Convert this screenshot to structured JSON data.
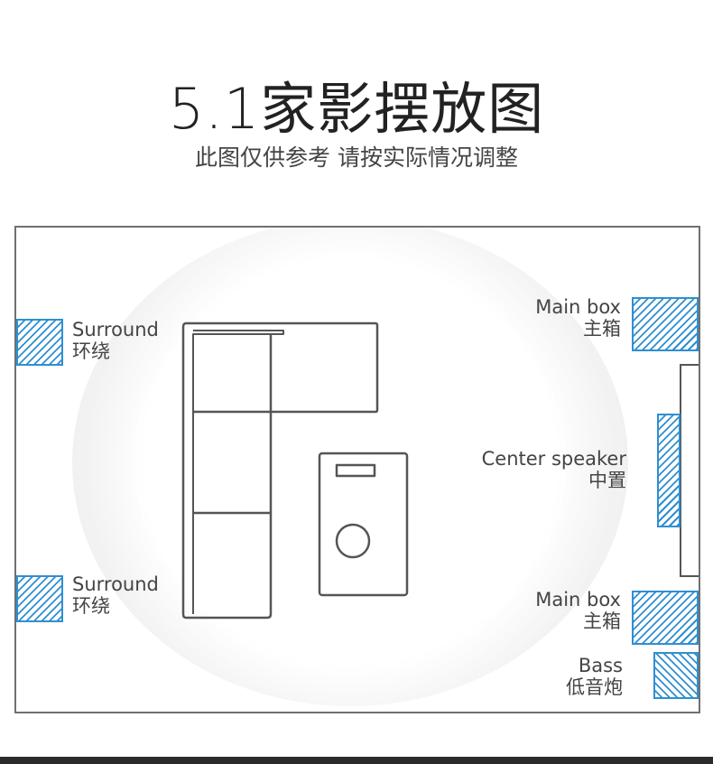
{
  "title": "5.1家影摆放图",
  "subtitle": "此图仅供参考  请按实际情况调整",
  "labels": {
    "surround_top": {
      "en": "Surround",
      "zh": "环绕"
    },
    "surround_bottom": {
      "en": "Surround",
      "zh": "环绕"
    },
    "main_top": {
      "en": "Main box",
      "zh": "主箱"
    },
    "center": {
      "en": "Center speaker",
      "zh": "中置"
    },
    "main_bottom": {
      "en": "Main box",
      "zh": "主箱"
    },
    "bass": {
      "en": "Bass",
      "zh": "低音炮"
    }
  },
  "colors": {
    "speaker": "#2f8fd0",
    "furniture": "#555555",
    "wall": "#707070"
  }
}
